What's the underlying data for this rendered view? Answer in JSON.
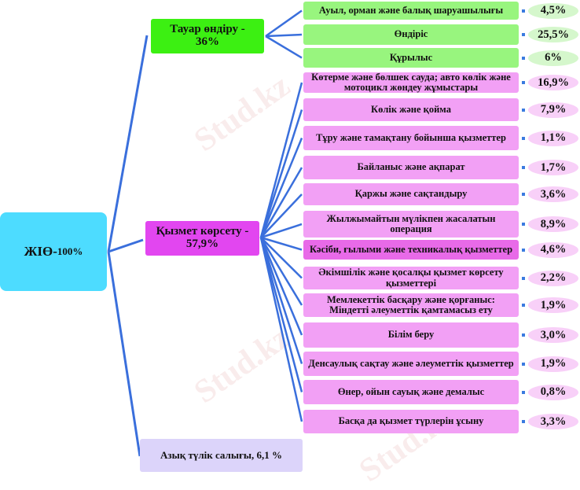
{
  "root": {
    "label": "ЖІӨ-",
    "value": "100%"
  },
  "goods": {
    "label": "Тауар өндіру -",
    "value": "36%"
  },
  "services": {
    "label": "Қызмет көрсету -",
    "value": "57,9%"
  },
  "taxes": {
    "label": "Азық түлік салығы, 6,1 %"
  },
  "goods_items": [
    {
      "label": "Ауыл, орман және балық шаруашылығы",
      "pct": "4,5%"
    },
    {
      "label": "Өндіріс",
      "pct": "25,5%"
    },
    {
      "label": "Құрылыс",
      "pct": "6%"
    }
  ],
  "service_items": [
    {
      "label": "Көтерме және бөлшек сауда; авто көлік және мотоцикл жөндеу жұмыстары",
      "pct": "16,9%"
    },
    {
      "label": "Көлік және қойма",
      "pct": "7,9%"
    },
    {
      "label": "Тұру және тамақтану бойынша қызметтер",
      "pct": "1,1%"
    },
    {
      "label": "Байланыс және ақпарат",
      "pct": "1,7%"
    },
    {
      "label": "Қаржы және сақтандыру",
      "pct": "3,6%"
    },
    {
      "label": "Жылжымайтын мүлікпен жасалатын операция",
      "pct": "8,9%"
    },
    {
      "label": "Кәсіби, ғылыми және техникалық қызметтер",
      "pct": "4,6%"
    },
    {
      "label": "Әкімшілік және қосалқы қызмет көрсету қызметтері",
      "pct": "2,2%"
    },
    {
      "label": "Мемлекеттік басқару және қорғаныс: Міндетті әлеуметтік қамтамасыз ету",
      "pct": "1,9%"
    },
    {
      "label": "Білім беру",
      "pct": "3,0%"
    },
    {
      "label": "Денсаулық сақтау және әлеуметтік қызметтер",
      "pct": "1,9%"
    },
    {
      "label": "Өнер, ойын сауық және демалыс",
      "pct": "0,8%"
    },
    {
      "label": "Басқа да қызмет түрлерін ұсыну",
      "pct": "3,3%"
    }
  ],
  "watermark": "Stud.kz"
}
